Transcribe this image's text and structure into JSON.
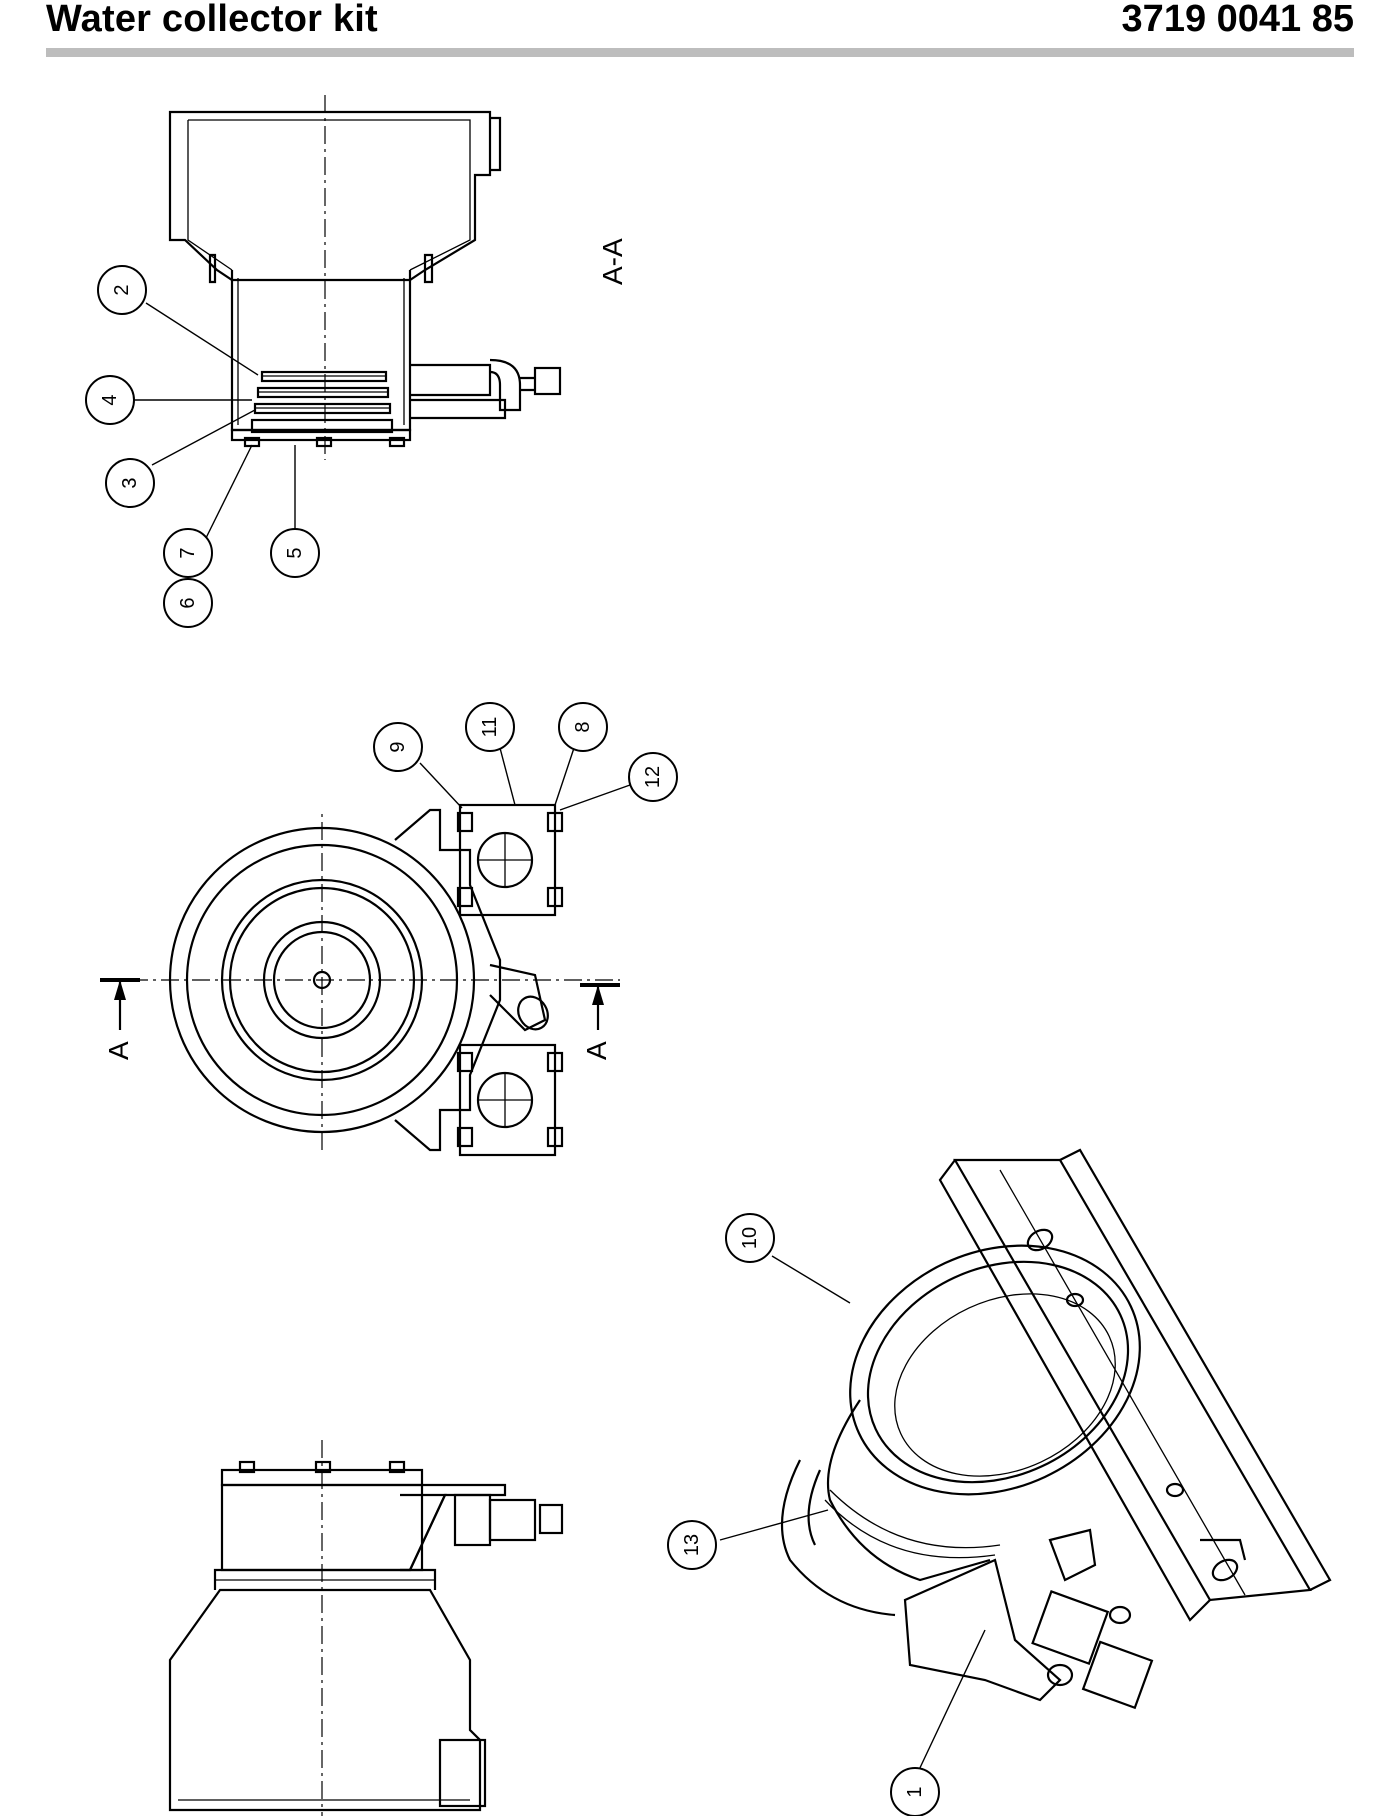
{
  "header": {
    "title": "Water collector kit",
    "doc_number": "3719 0041 85"
  },
  "section_view": {
    "label": "A-A",
    "cut_marker_left": "A",
    "cut_marker_right": "A"
  },
  "balloons": {
    "b1": "1",
    "b2": "2",
    "b3": "3",
    "b4": "4",
    "b5": "5",
    "b6": "6",
    "b7": "7",
    "b8": "8",
    "b9": "9",
    "b10": "10",
    "b11": "11",
    "b12": "12",
    "b13": "13"
  }
}
